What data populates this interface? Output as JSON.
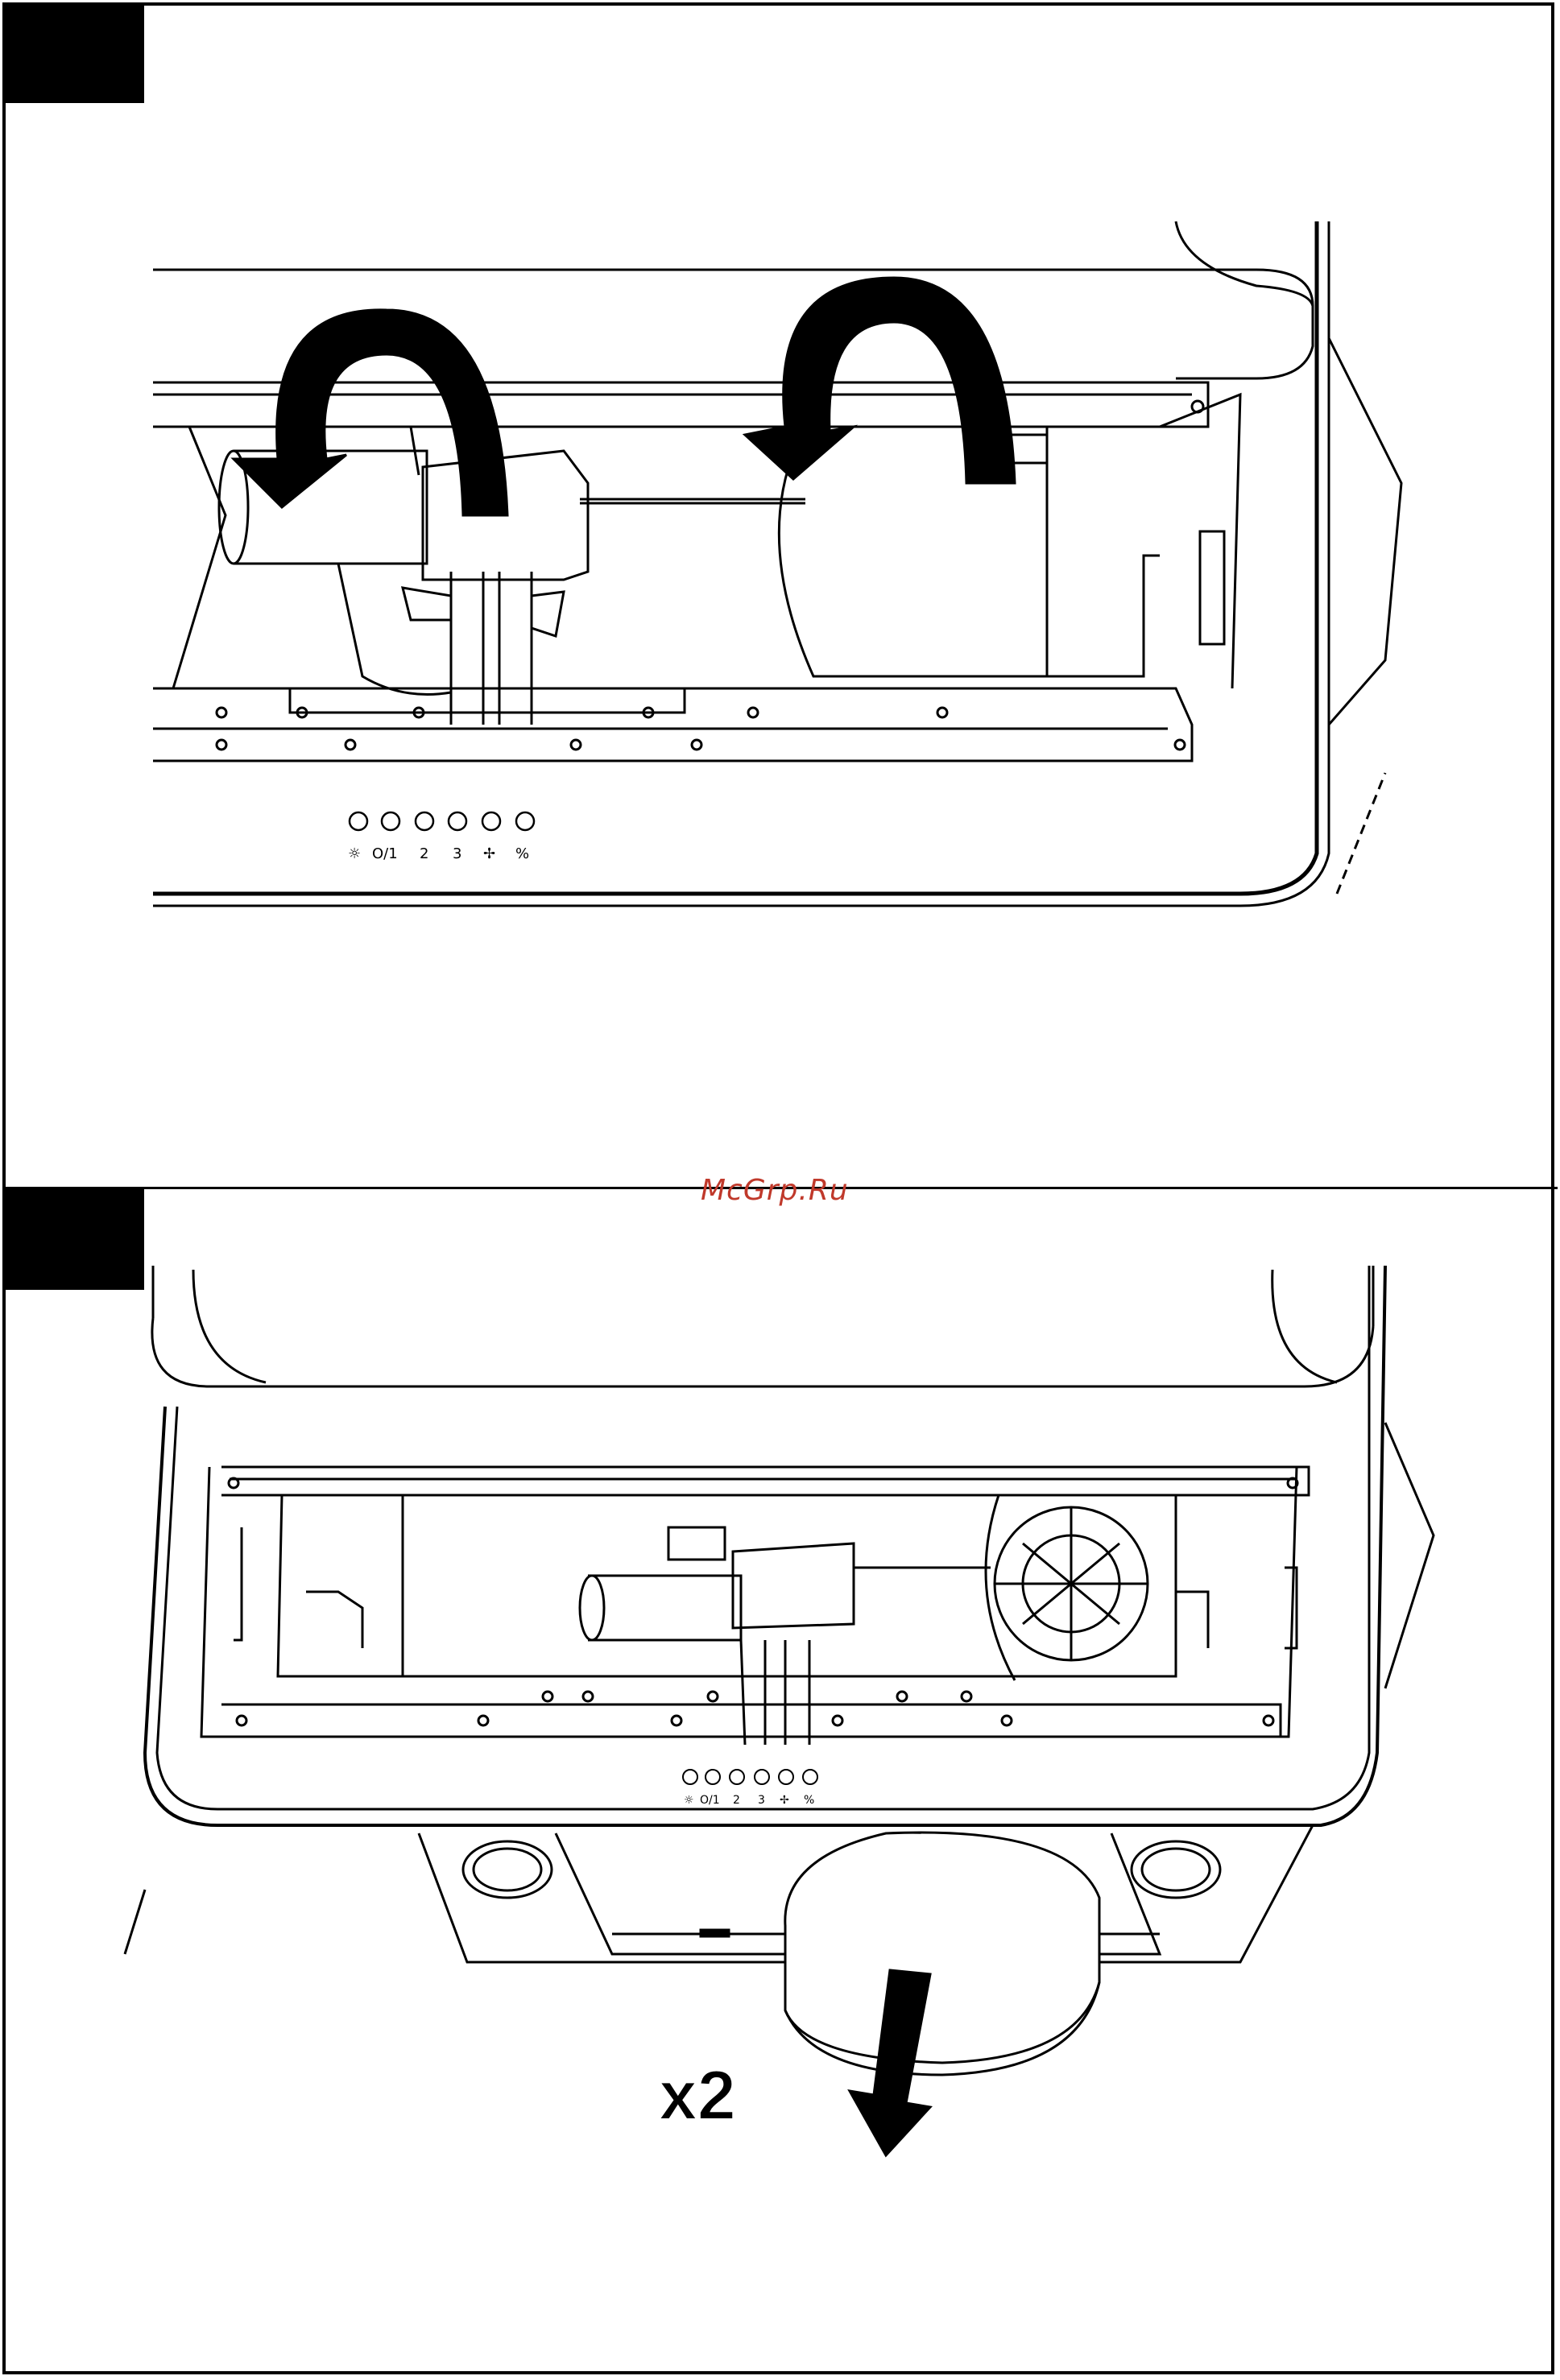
{
  "watermark": "McGrp.Ru",
  "step_two": {
    "quantity_label": "x2"
  },
  "control_panel": {
    "buttons": [
      {
        "icon": "light-icon",
        "symbol": "☼"
      },
      {
        "icon": "power-speed-1-icon",
        "symbol": "O/1"
      },
      {
        "icon": "speed-2-icon",
        "symbol": "2"
      },
      {
        "icon": "speed-3-icon",
        "symbol": "3"
      },
      {
        "icon": "fan-icon",
        "symbol": "fan"
      },
      {
        "icon": "timer-icon",
        "symbol": "%"
      }
    ]
  },
  "colors": {
    "ink": "#000000",
    "paper": "#ffffff",
    "watermark": "#c0392b"
  }
}
